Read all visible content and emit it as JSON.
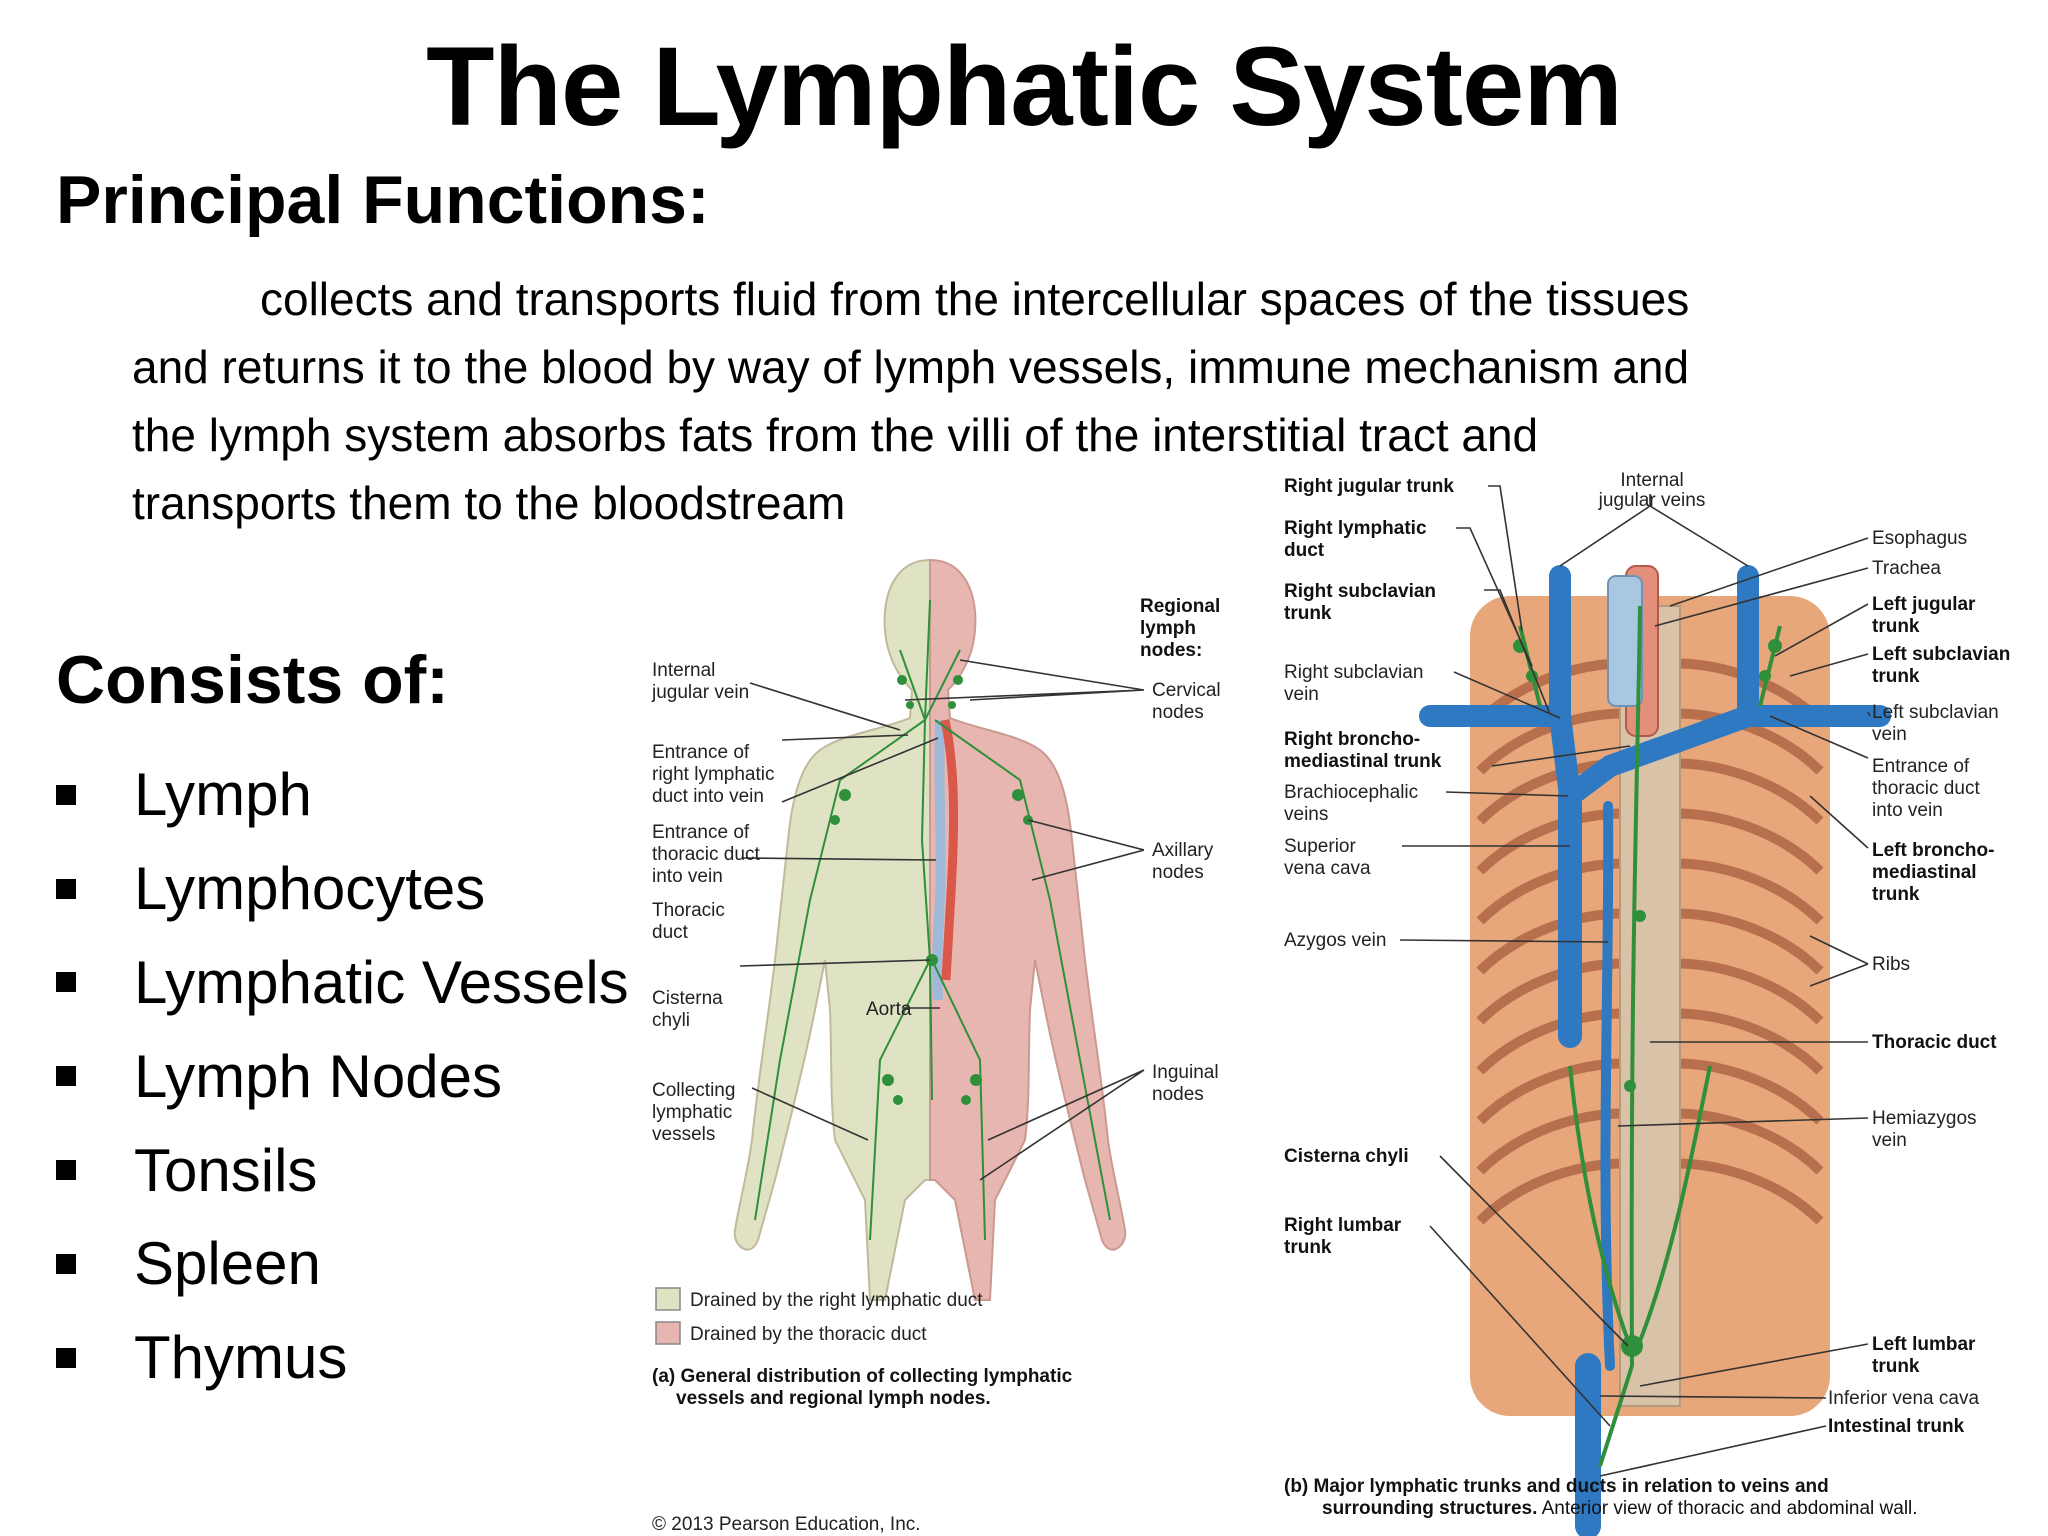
{
  "slide": {
    "title": "The Lymphatic System",
    "principal_heading": "Principal Functions:",
    "paragraph_lines": [
      "collects and transports fluid from the intercellular spaces of the tissues",
      "and returns it to the blood by way of lymph vessels, immune mechanism and",
      "the lymph system absorbs fats from the villi of the interstitial tract and",
      "transports them to the bloodstream"
    ],
    "consists_heading": "Consists of:",
    "consists_items": [
      "Lymph",
      "Lymphocytes",
      "Lymphatic Vessels",
      "Lymph Nodes",
      "Tonsils",
      "Spleen",
      "Thymus"
    ]
  },
  "figure_a": {
    "heading": [
      "Regional",
      "lymph",
      "nodes:"
    ],
    "left_labels": [
      [
        "Internal",
        "jugular vein"
      ],
      [
        "Entrance of",
        "right lymphatic",
        "duct into vein"
      ],
      [
        "Entrance of",
        "thoracic duct",
        "into vein"
      ],
      [
        "Thoracic",
        "duct"
      ],
      [
        "Cisterna",
        "chyli"
      ],
      [
        "Collecting",
        "lymphatic",
        "vessels"
      ]
    ],
    "right_labels": [
      [
        "Cervical",
        "nodes"
      ],
      [
        "Axillary",
        "nodes"
      ],
      [
        "Inguinal",
        "nodes"
      ]
    ],
    "aorta_label": "Aorta",
    "legend": [
      {
        "text": "Drained by the right lymphatic duct",
        "color": "#dfe3c4"
      },
      {
        "text": "Drained by the thoracic duct",
        "color": "#e8b6b0"
      }
    ],
    "caption_bold": "(a) General distribution of collecting lymphatic",
    "caption_bold_2": "vessels and regional lymph nodes.",
    "copyright": "© 2013 Pearson Education, Inc."
  },
  "figure_b": {
    "left_labels": [
      {
        "lines": [
          "Right jugular trunk"
        ],
        "bold": true
      },
      {
        "lines": [
          "Right lymphatic",
          "duct"
        ],
        "bold": true
      },
      {
        "lines": [
          "Right subclavian",
          "trunk"
        ],
        "bold": true
      },
      {
        "lines": [
          "Right subclavian",
          "vein"
        ],
        "bold": false
      },
      {
        "lines": [
          "Right broncho-",
          "mediastinal trunk"
        ],
        "bold": true
      },
      {
        "lines": [
          "Brachiocephalic",
          "veins"
        ],
        "bold": false
      },
      {
        "lines": [
          "Superior",
          "vena cava"
        ],
        "bold": false
      },
      {
        "lines": [
          "Azygos vein"
        ],
        "bold": false
      },
      {
        "lines": [
          "Cisterna chyli"
        ],
        "bold": true
      },
      {
        "lines": [
          "Right lumbar",
          "trunk"
        ],
        "bold": true
      }
    ],
    "top_label": [
      "Internal",
      "jugular veins"
    ],
    "right_labels": [
      {
        "lines": [
          "Esophagus"
        ],
        "bold": false
      },
      {
        "lines": [
          "Trachea"
        ],
        "bold": false
      },
      {
        "lines": [
          "Left jugular",
          "trunk"
        ],
        "bold": true
      },
      {
        "lines": [
          "Left subclavian",
          "trunk"
        ],
        "bold": true
      },
      {
        "lines": [
          "Left subclavian",
          "vein"
        ],
        "bold": false
      },
      {
        "lines": [
          "Entrance of",
          "thoracic duct",
          "into vein"
        ],
        "bold": false
      },
      {
        "lines": [
          "Left broncho-",
          "mediastinal",
          "trunk"
        ],
        "bold": true
      },
      {
        "lines": [
          "Ribs"
        ],
        "bold": false
      },
      {
        "lines": [
          "Thoracic duct"
        ],
        "bold": true
      },
      {
        "lines": [
          "Hemiazygos",
          "vein"
        ],
        "bold": false
      },
      {
        "lines": [
          "Left lumbar",
          "trunk"
        ],
        "bold": true
      },
      {
        "lines": [
          "Inferior vena cava"
        ],
        "bold": false
      },
      {
        "lines": [
          "Intestinal trunk"
        ],
        "bold": true
      }
    ],
    "caption_bold": "(b) Major lymphatic trunks and ducts in relation to veins and",
    "caption_2_bold": "surrounding structures.",
    "caption_2_rest": " Anterior view of thoracic and abdominal wall."
  },
  "colors": {
    "lymph_green": "#2f8f3a",
    "vein_blue": "#2f79c2",
    "artery_red": "#d9584a",
    "body_green": "#dfe3c4",
    "body_pink": "#e8b6b0",
    "rib_orange": "#e39a6a"
  }
}
